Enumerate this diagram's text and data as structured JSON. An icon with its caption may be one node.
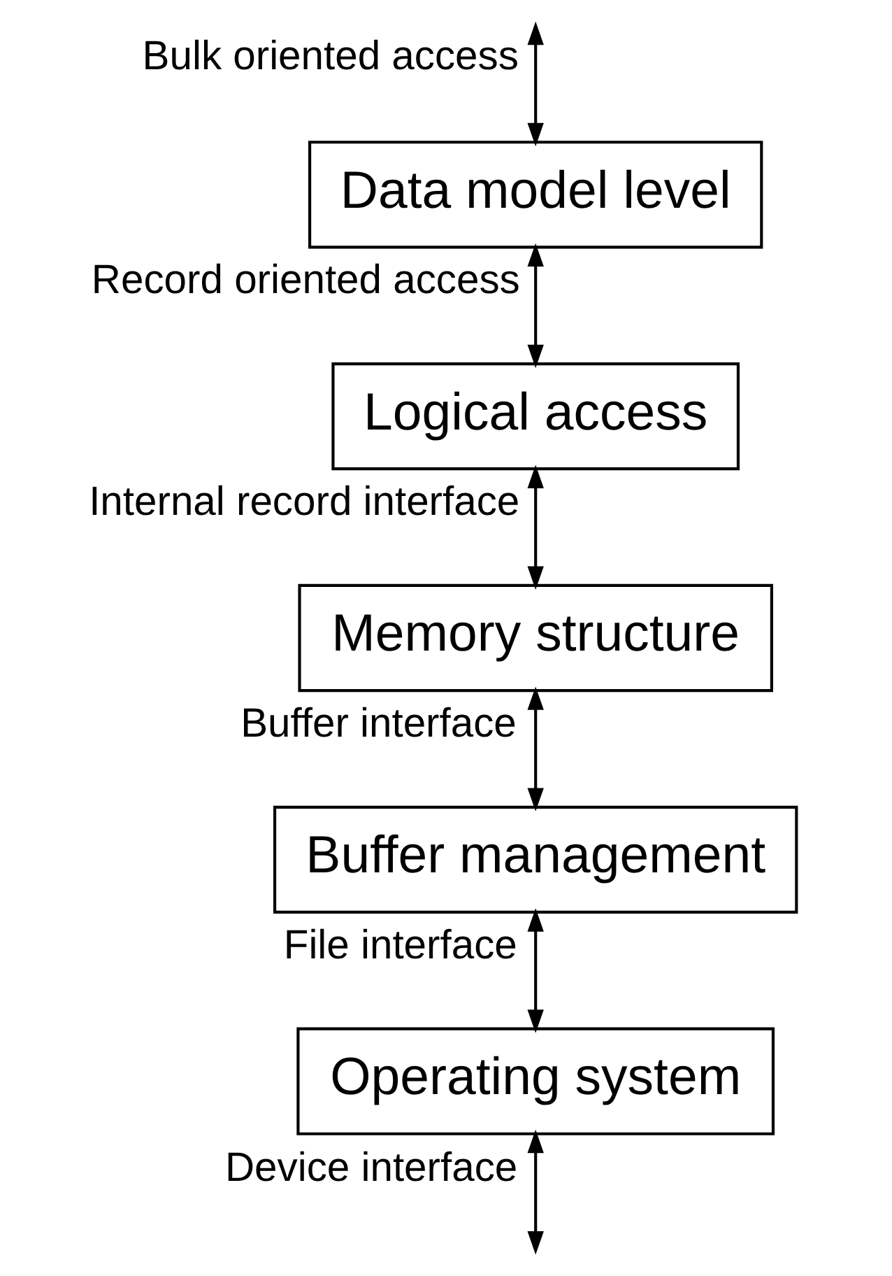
{
  "diagram": {
    "nodes": [
      {
        "text": [
          "Data model level"
        ]
      },
      {
        "text": [
          "Logical access"
        ]
      },
      {
        "text": [
          "Memory structure"
        ]
      },
      {
        "text": [
          "Buffer management"
        ]
      },
      {
        "text": [
          "Operating system"
        ]
      }
    ],
    "edges": [
      {
        "from": null,
        "to": 0,
        "arrow": "both",
        "label": "Bulk oriented access"
      },
      {
        "from": 0,
        "to": 1,
        "arrow": "both",
        "label": "Record oriented access"
      },
      {
        "from": 1,
        "to": 2,
        "arrow": "both",
        "label": "Internal record interface"
      },
      {
        "from": 2,
        "to": 3,
        "arrow": "both",
        "label": "Buffer interface"
      },
      {
        "from": 3,
        "to": 4,
        "arrow": "both",
        "label": "File interface"
      },
      {
        "from": 4,
        "to": null,
        "arrow": "both",
        "label": "Device interface"
      }
    ]
  }
}
